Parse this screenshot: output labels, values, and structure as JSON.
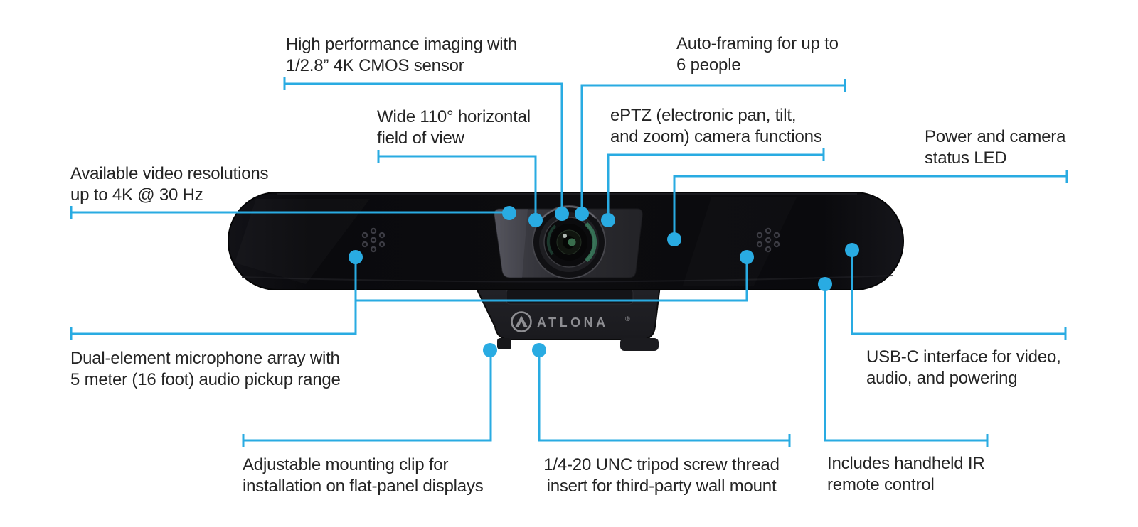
{
  "colors": {
    "accent": "#29abe2",
    "label_text": "#242424",
    "device_black": "#0b0b0d",
    "clip_gray": "#1e1e22",
    "logo_gray": "#8e8e92"
  },
  "brand": {
    "logo_text": "ATLONA",
    "registered_mark": "®"
  },
  "callouts": {
    "cmos_sensor": {
      "line1": "High performance imaging with",
      "line2": "1/2.8” 4K CMOS sensor"
    },
    "auto_framing": {
      "line1": "Auto-framing for up to",
      "line2": "6 people"
    },
    "field_of_view": {
      "line1": "Wide 110° horizontal",
      "line2": "field of view"
    },
    "eptz": {
      "line1": "ePTZ (electronic pan, tilt,",
      "line2": "and zoom) camera functions"
    },
    "status_led": {
      "line1": "Power and camera",
      "line2": "status LED"
    },
    "video_resolutions": {
      "line1": "Available video resolutions",
      "line2": "up to 4K @ 30 Hz"
    },
    "microphone_array": {
      "line1": "Dual-element microphone array with",
      "line2": "5 meter (16 foot) audio pickup range"
    },
    "usb_c": {
      "line1": "USB-C interface for video,",
      "line2": "audio, and powering"
    },
    "mounting_clip": {
      "line1": "Adjustable mounting clip for",
      "line2": "installation on flat-panel displays"
    },
    "tripod_insert": {
      "line1": "1/4-20 UNC tripod screw thread",
      "line2": "insert for third-party wall mount"
    },
    "ir_remote": {
      "line1": "Includes handheld IR",
      "line2": "remote control"
    }
  }
}
